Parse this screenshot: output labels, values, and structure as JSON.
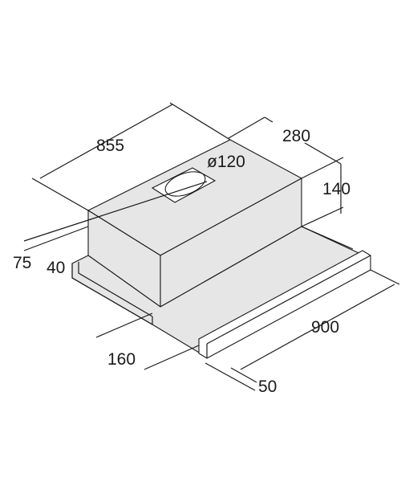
{
  "dimensions": {
    "depth_855": "855",
    "depth_280": "280",
    "duct_diameter": "ø120",
    "height_140": "140",
    "offset_75": "75",
    "offset_40": "40",
    "width_900": "900",
    "drawer_160": "160",
    "visor_50": "50"
  },
  "colors": {
    "line": "#1a1a1a",
    "surface": "#e6e6e6",
    "background": "#ffffff"
  }
}
